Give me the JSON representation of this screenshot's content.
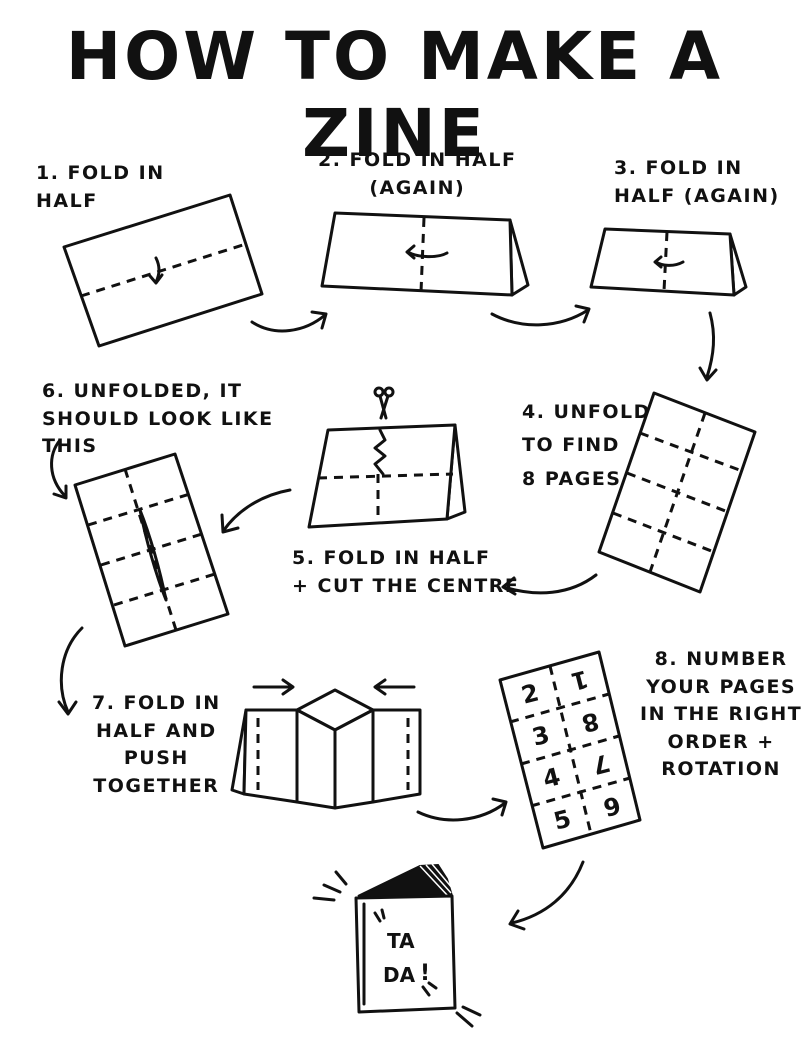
{
  "title": "HOW TO MAKE A ZINE",
  "steps": {
    "s1": "1. FOLD IN\nHALF",
    "s2": "2. FOLD IN HALF\n(AGAIN)",
    "s3": "3. FOLD IN\nHALF (AGAIN)",
    "s4": "4. UNFOLD\nTO FIND\n8 PAGES",
    "s5": "5. FOLD IN HALF\n+ CUT THE CENTRE",
    "s6": "6. UNFOLDED, IT\nSHOULD LOOK LIKE\nTHIS",
    "s7": "7. FOLD IN\nHALF AND\nPUSH\nTOGETHER",
    "s8": "8. NUMBER\nYOUR PAGES\nIN THE RIGHT\nORDER +\nROTATION"
  },
  "page_numbers": [
    "2",
    "3",
    "4",
    "5",
    "1",
    "8",
    "7",
    "6"
  ],
  "book_text": [
    "TA",
    "DA",
    "!"
  ]
}
